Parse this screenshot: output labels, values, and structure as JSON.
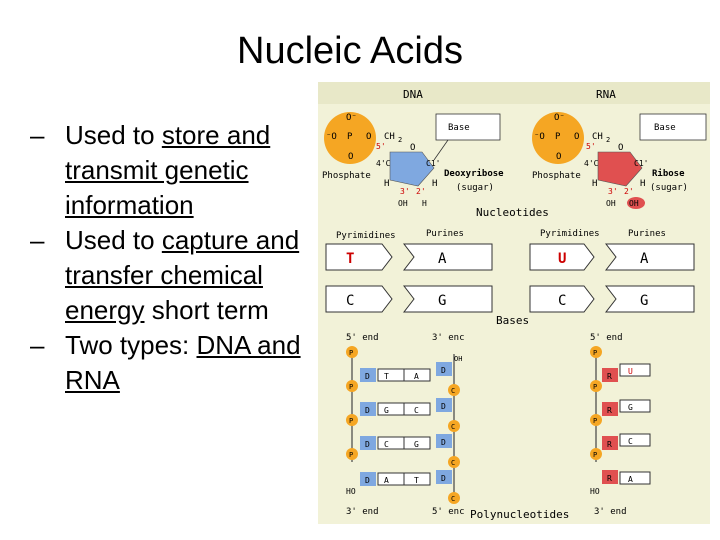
{
  "title": "Nucleic Acids",
  "bullets": [
    {
      "dash": "–",
      "pre": "Used to ",
      "u": "store and transmit genetic information",
      "post": ""
    },
    {
      "dash": "–",
      "pre": "Used to ",
      "u": "capture and transfer chemical energy",
      "post": " short term"
    },
    {
      "dash": "–",
      "pre": "Two types: ",
      "u": "DNA and RNA",
      "post": ""
    }
  ],
  "figure": {
    "dna_label": "DNA",
    "rna_label": "RNA",
    "o_minus": "O⁻",
    "o_minus_p": "⁻O",
    "p": "P",
    "o": "O",
    "ch2": "CH",
    "two": "2",
    "ring_o": "O",
    "base": "Base",
    "five_prime": "5'",
    "four_prime": "4'C",
    "one_prime": "C1'",
    "h": "H",
    "c": "C",
    "three_prime": "3'",
    "two_prime": "2'",
    "oh": "OH",
    "phosphate": "Phosphate",
    "deoxyribose": "Deoxyribose",
    "ribose": "Ribose",
    "sugar": "(sugar)",
    "nucleotides": "Nucleotides",
    "pyrimidines": "Pyrimidines",
    "purines": "Purines",
    "bases_label": "Bases",
    "base_t": "T",
    "base_a": "A",
    "base_c": "C",
    "base_g": "G",
    "base_u": "U",
    "five_end": "5' end",
    "three_end": "3' end",
    "three_enc": "3' enc",
    "five_enc": "5' enc",
    "ho": "HO",
    "d": "D",
    "r": "R",
    "polynucleotides": "Polynucleotides"
  },
  "colors": {
    "figure_bg": "#f2f2d8",
    "phosphate": "#f5a623",
    "sugar_dna": "#7fa8e0",
    "sugar_rna": "#e05050",
    "accent_red": "#cc0000"
  }
}
